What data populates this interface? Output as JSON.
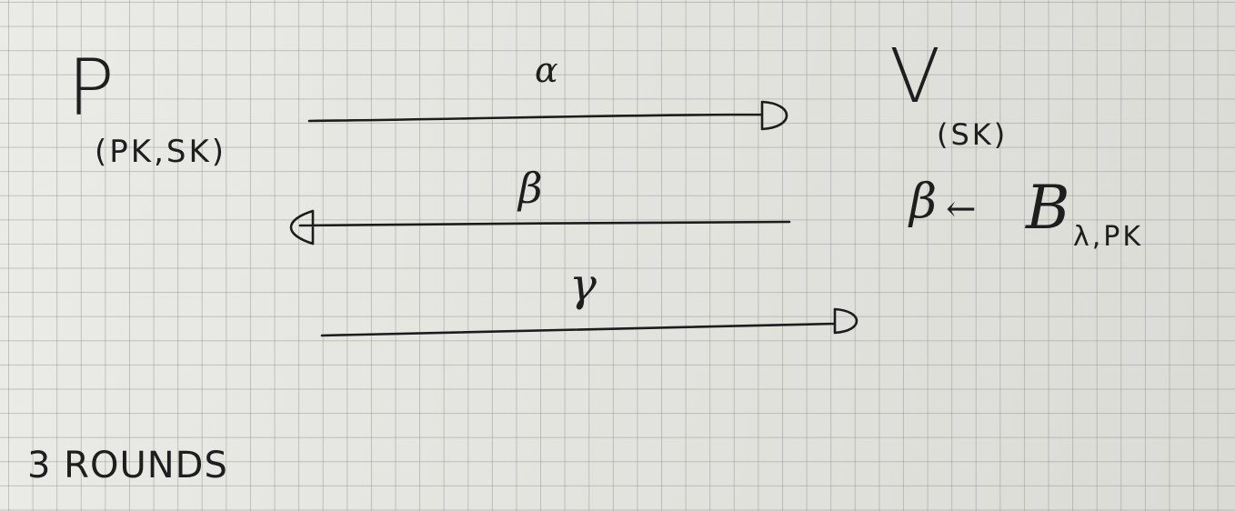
{
  "prover": {
    "symbol": "P",
    "subscript": "(PK,SK)"
  },
  "verifier": {
    "symbol": "V",
    "subscript": "(SK)"
  },
  "messages": [
    {
      "label": "α",
      "direction": "P→V"
    },
    {
      "label": "β",
      "direction": "V→P"
    },
    {
      "label": "γ",
      "direction": "P→V"
    }
  ],
  "verifier_step": {
    "var": "β",
    "arrow": "←",
    "dist": "B",
    "subscript": "λ,PK"
  },
  "footer": "3 ROUNDS",
  "colors": {
    "paper": "#e4e4df",
    "grid": "#8c8c8a",
    "ink": "#1e1e1e"
  }
}
